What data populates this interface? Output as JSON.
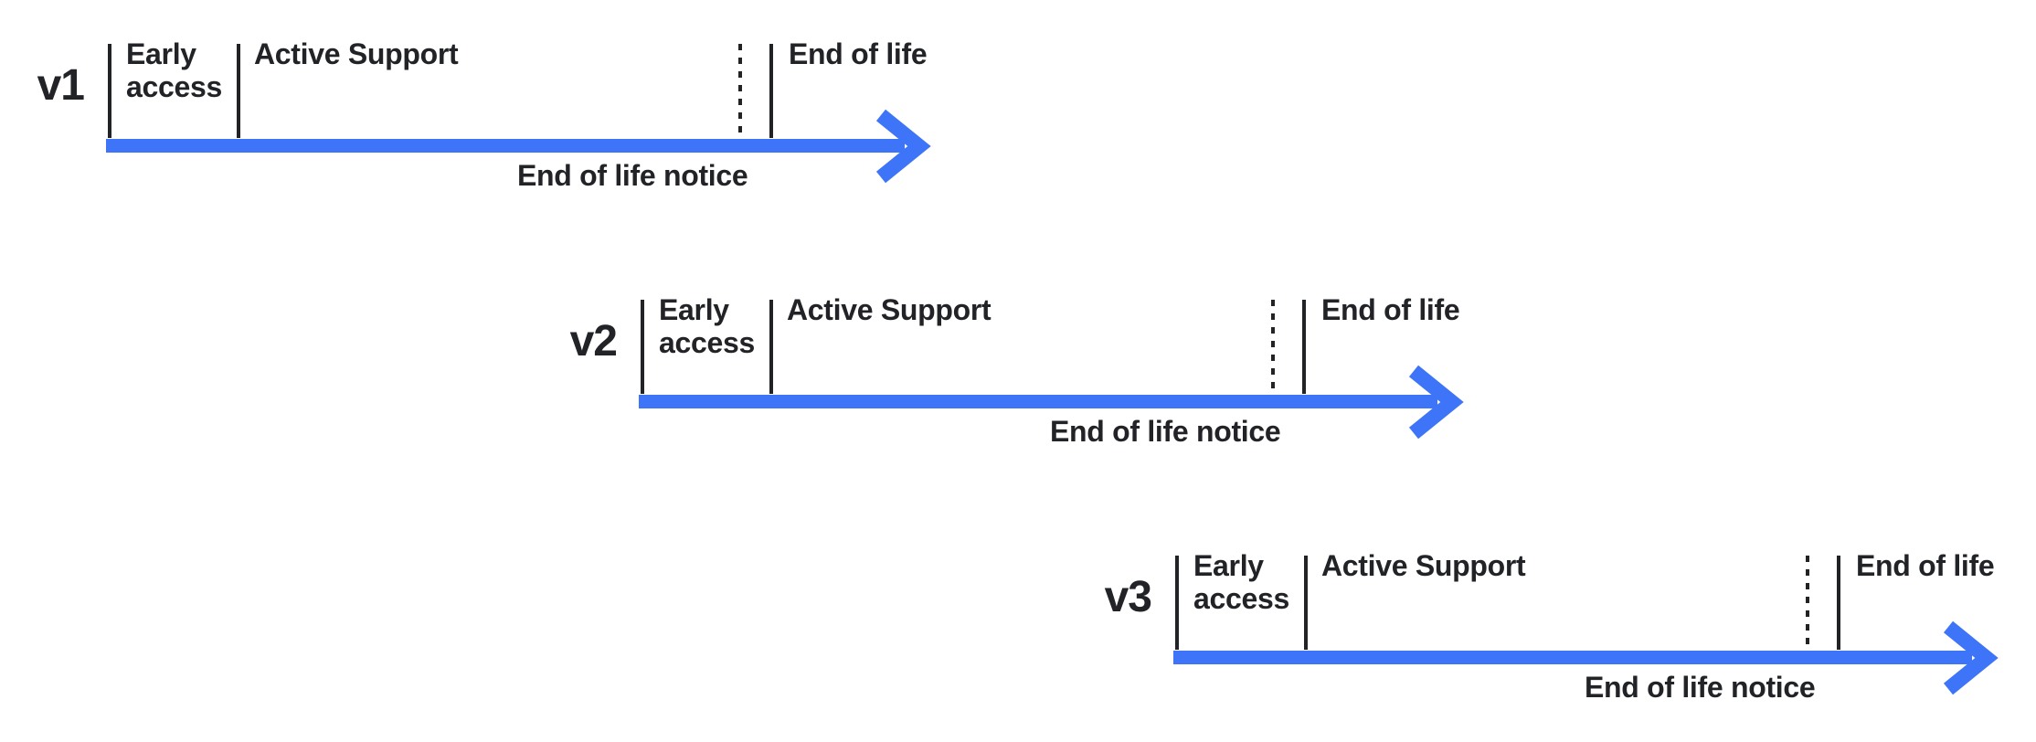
{
  "colors": {
    "arrow": "#3e74f8",
    "ink": "#212327"
  },
  "timelines": [
    {
      "version": "v1",
      "early_access_label": "Early access",
      "active_support_label": "Active Support",
      "end_of_life_label": "End of life",
      "end_of_life_notice_label": "End of life notice"
    },
    {
      "version": "v2",
      "early_access_label": "Early access",
      "active_support_label": "Active Support",
      "end_of_life_label": "End of life",
      "end_of_life_notice_label": "End of life notice"
    },
    {
      "version": "v3",
      "early_access_label": "Early access",
      "active_support_label": "Active Support",
      "end_of_life_label": "End of life",
      "end_of_life_notice_label": "End of life notice"
    }
  ]
}
